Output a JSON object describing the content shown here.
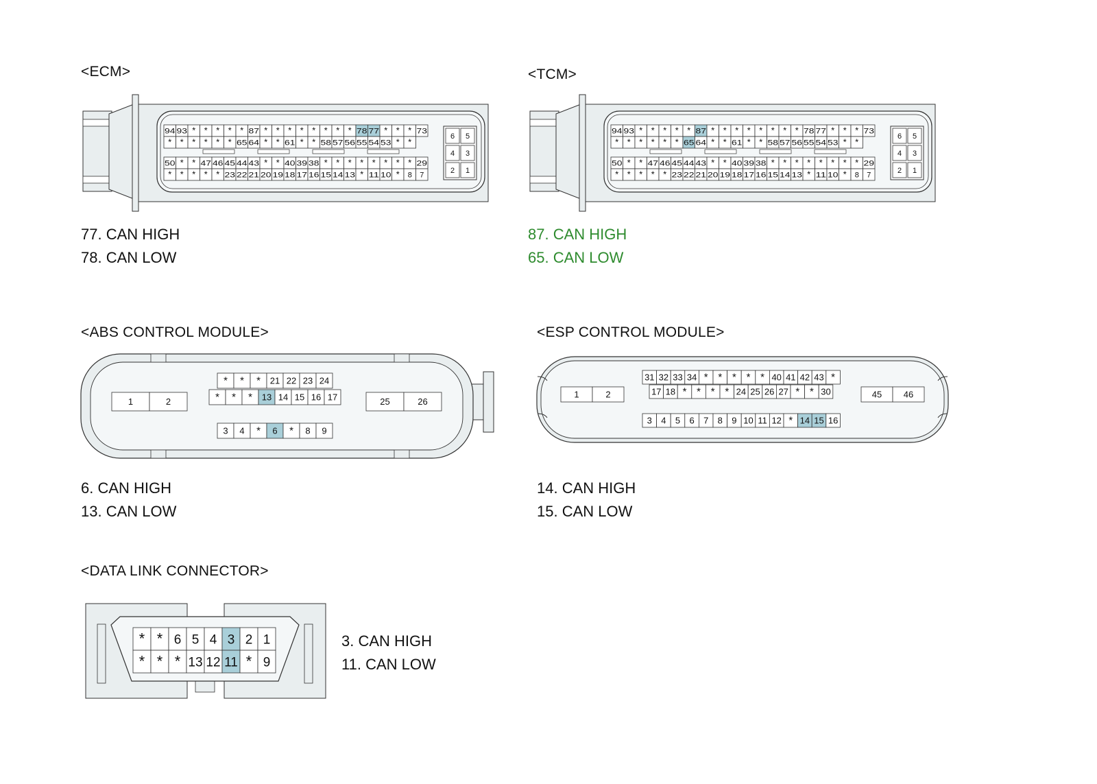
{
  "colors": {
    "highlight": "#a9cfd9",
    "body": "#e9eeef",
    "stroke": "#333333",
    "green": "#2e8b2e"
  },
  "ecm": {
    "title": "<ECM>",
    "notes": [
      "77. CAN HIGH",
      "78. CAN LOW"
    ],
    "rows": [
      [
        "94",
        "93",
        "*",
        "*",
        "*",
        "*",
        "*",
        "87",
        "*",
        "*",
        "*",
        "*",
        "*",
        "*",
        "*",
        "*",
        "78",
        "77",
        "*",
        "*",
        "*",
        "73"
      ],
      [
        "*",
        "*",
        "*",
        "*",
        "*",
        "*",
        "65",
        "64",
        "*",
        "*",
        "61",
        "*",
        "*",
        "58",
        "57",
        "56",
        "55",
        "54",
        "53",
        "*",
        "*"
      ],
      [
        "50",
        "*",
        "*",
        "47",
        "46",
        "45",
        "44",
        "43",
        "*",
        "*",
        "40",
        "39",
        "38",
        "*",
        "*",
        "*",
        "*",
        "*",
        "*",
        "*",
        "*",
        "29"
      ],
      [
        "*",
        "*",
        "*",
        "*",
        "*",
        "23",
        "22",
        "21",
        "20",
        "19",
        "18",
        "17",
        "16",
        "15",
        "14",
        "13",
        "*",
        "11",
        "10",
        "*",
        "8",
        "7"
      ]
    ],
    "block": [
      [
        "6",
        "5"
      ],
      [
        "4",
        "3"
      ],
      [
        "2",
        "1"
      ]
    ],
    "highlight": [
      "78",
      "77"
    ]
  },
  "tcm": {
    "title": "<TCM>",
    "notes": [
      "87. CAN HIGH",
      "65. CAN LOW"
    ],
    "rows": [
      [
        "94",
        "93",
        "*",
        "*",
        "*",
        "*",
        "*",
        "87",
        "*",
        "*",
        "*",
        "*",
        "*",
        "*",
        "*",
        "*",
        "78",
        "77",
        "*",
        "*",
        "*",
        "73"
      ],
      [
        "*",
        "*",
        "*",
        "*",
        "*",
        "*",
        "65",
        "64",
        "*",
        "*",
        "61",
        "*",
        "*",
        "58",
        "57",
        "56",
        "55",
        "54",
        "53",
        "*",
        "*"
      ],
      [
        "50",
        "*",
        "*",
        "47",
        "46",
        "45",
        "44",
        "43",
        "*",
        "*",
        "40",
        "39",
        "38",
        "*",
        "*",
        "*",
        "*",
        "*",
        "*",
        "*",
        "*",
        "29"
      ],
      [
        "*",
        "*",
        "*",
        "*",
        "*",
        "23",
        "22",
        "21",
        "20",
        "19",
        "18",
        "17",
        "16",
        "15",
        "14",
        "13",
        "*",
        "11",
        "10",
        "*",
        "8",
        "7"
      ]
    ],
    "block": [
      [
        "6",
        "5"
      ],
      [
        "4",
        "3"
      ],
      [
        "2",
        "1"
      ]
    ],
    "highlight": [
      "87",
      "65"
    ]
  },
  "abs": {
    "title": "<ABS CONTROL MODULE>",
    "notes": [
      "6. CAN HIGH",
      "13. CAN LOW"
    ],
    "left": [
      "1",
      "2"
    ],
    "right": [
      "25",
      "26"
    ],
    "top": [
      "*",
      "*",
      "*",
      "21",
      "22",
      "23",
      "24"
    ],
    "mid": [
      "*",
      "*",
      "*",
      "13",
      "14",
      "15",
      "16",
      "17"
    ],
    "bottom": [
      "3",
      "4",
      "*",
      "6",
      "*",
      "8",
      "9"
    ],
    "highlight": [
      "13",
      "6"
    ]
  },
  "esp": {
    "title": "<ESP CONTROL MODULE>",
    "notes": [
      "14. CAN HIGH",
      "15. CAN LOW"
    ],
    "left": [
      "1",
      "2"
    ],
    "right": [
      "45",
      "46"
    ],
    "top": [
      "31",
      "32",
      "33",
      "34",
      "*",
      "*",
      "*",
      "*",
      "*",
      "40",
      "41",
      "42",
      "43",
      "*"
    ],
    "mid": [
      "17",
      "18",
      "*",
      "*",
      "*",
      "*",
      "24",
      "25",
      "26",
      "27",
      "*",
      "*",
      "30"
    ],
    "bottom": [
      "3",
      "4",
      "5",
      "6",
      "7",
      "8",
      "9",
      "10",
      "11",
      "12",
      "*",
      "14",
      "15",
      "16"
    ],
    "highlight": [
      "14",
      "15"
    ]
  },
  "dlc": {
    "title": "<DATA LINK CONNECTOR>",
    "notes": [
      "3. CAN HIGH",
      "11. CAN LOW"
    ],
    "top": [
      "*",
      "*",
      "6",
      "5",
      "4",
      "3",
      "2",
      "1"
    ],
    "bottom": [
      "*",
      "*",
      "*",
      "13",
      "12",
      "11",
      "*",
      "9"
    ],
    "highlight": [
      "3",
      "11"
    ]
  }
}
